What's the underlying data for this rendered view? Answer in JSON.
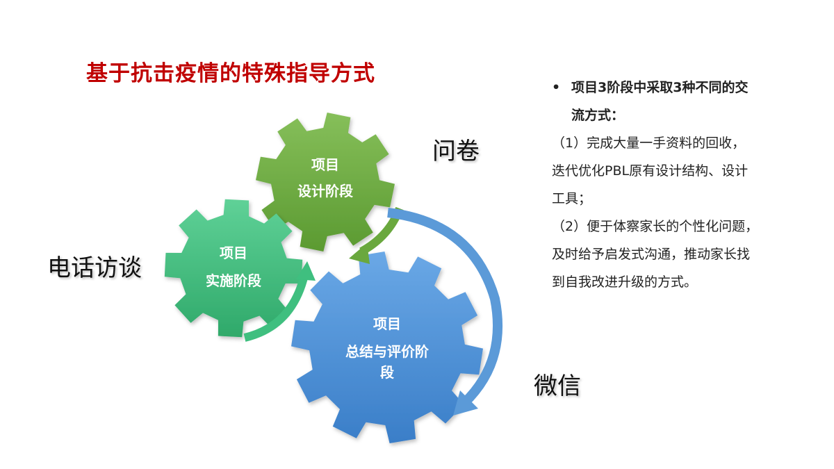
{
  "title": "基于抗击疫情的特殊指导方式",
  "gears": {
    "design": {
      "line1": "项目",
      "line2": "设计阶段",
      "color": "#6aa83e"
    },
    "implement": {
      "line1": "项目",
      "line2": "实施阶段",
      "color": "#3fbf7f"
    },
    "summary": {
      "line1": "项目",
      "line2": "总结与评价阶",
      "line3": "段",
      "color": "#4a90d9"
    }
  },
  "channels": {
    "questionnaire": "问卷",
    "phone": "电话访谈",
    "wechat": "微信"
  },
  "right_panel": {
    "bullet_icon": "bullet-dot",
    "bullet_line1": "项目3阶段中采取3种不同的交",
    "bullet_line2": "流方式：",
    "para1_line1": "（1）完成大量一手资料的回收，",
    "para1_line2": "迭代优化PBL原有设计结构、设计",
    "para1_line3": "工具；",
    "para2_line1": "（2）便于体察家长的个性化问题，",
    "para2_line2": "及时给予启发式沟通，推动家长找",
    "para2_line3": "到自我改进升级的方式。"
  }
}
